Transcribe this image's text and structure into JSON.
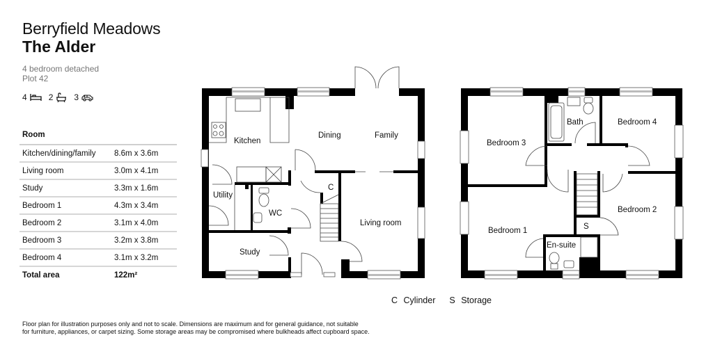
{
  "header": {
    "development": "Berryfield Meadows",
    "house_type": "The Alder",
    "description": "4 bedroom detached",
    "plot": "Plot 42"
  },
  "stats": [
    {
      "value": "4",
      "icon": "bed-icon"
    },
    {
      "value": "2",
      "icon": "bath-icon"
    },
    {
      "value": "3",
      "icon": "car-icon"
    }
  ],
  "room_table": {
    "header": "Room",
    "rows": [
      {
        "room": "Kitchen/dining/family",
        "size": "8.6m x 3.6m"
      },
      {
        "room": "Living room",
        "size": "3.0m x 4.1m"
      },
      {
        "room": "Study",
        "size": "3.3m x 1.6m"
      },
      {
        "room": "Bedroom 1",
        "size": "4.3m x 3.4m"
      },
      {
        "room": "Bedroom 2",
        "size": "3.1m x 4.0m"
      },
      {
        "room": "Bedroom 3",
        "size": "3.2m x 3.8m"
      },
      {
        "room": "Bedroom 4",
        "size": "3.1m x 3.2m"
      }
    ],
    "total_label": "Total area",
    "total_value": "122m²"
  },
  "ground_floor": {
    "labels": {
      "kitchen": "Kitchen",
      "dining": "Dining",
      "family": "Family",
      "utility": "Utility",
      "wc": "WC",
      "cylinder": "C",
      "living": "Living room",
      "study": "Study"
    }
  },
  "first_floor": {
    "labels": {
      "bedroom3": "Bedroom 3",
      "bath": "Bath",
      "bedroom4": "Bedroom 4",
      "bedroom1": "Bedroom 1",
      "bedroom2": "Bedroom 2",
      "storage": "S",
      "ensuite": "En-suite"
    }
  },
  "legend": [
    {
      "key": "C",
      "label": "Cylinder"
    },
    {
      "key": "S",
      "label": "Storage"
    }
  ],
  "disclaimer": {
    "line1": "Floor plan for illustration purposes only and not to scale. Dimensions are maximum and for general guidance, not suitable",
    "line2": "for furniture, appliances, or carpet sizing. Some storage areas may be compromised where bulkheads affect cupboard space."
  }
}
